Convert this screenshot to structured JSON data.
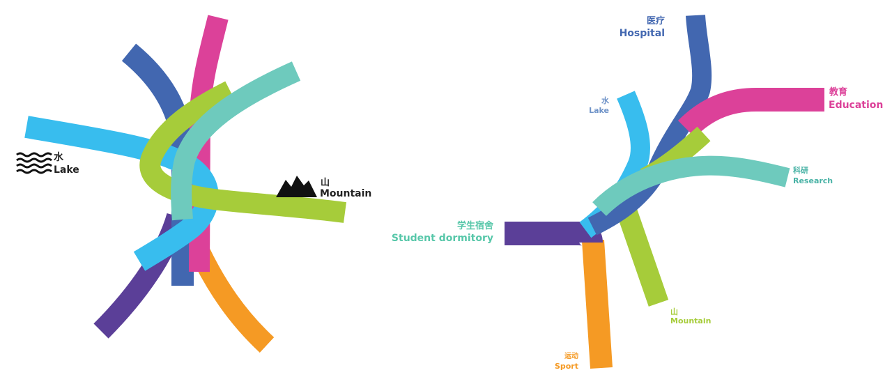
{
  "left_diagram": {
    "lake": {
      "cn": "水",
      "en": "Lake",
      "icon": "waves-icon"
    },
    "mountain": {
      "cn": "山",
      "en": "Mountain",
      "icon": "mountain-icon"
    }
  },
  "right_diagram": {
    "hospital": {
      "cn": "医疗",
      "en": "Hospital"
    },
    "education": {
      "cn": "教育",
      "en": "Education"
    },
    "lake": {
      "cn": "水",
      "en": "Lake"
    },
    "research": {
      "cn": "科研",
      "en": "Research"
    },
    "dormitory": {
      "cn": "学生宿舍",
      "en": "Student dormitory"
    },
    "mountain": {
      "cn": "山",
      "en": "Mountain"
    },
    "sport": {
      "cn": "运动",
      "en": "Sport"
    }
  },
  "colors": {
    "hospital": "#4267b0",
    "education": "#dc4199",
    "lake": "#38bdee",
    "research": "#6ecabd",
    "mountain": "#a6cc3a",
    "dormitory": "#5b3f98",
    "sport": "#f59a24",
    "dormitory_label": "#57c7a9"
  }
}
